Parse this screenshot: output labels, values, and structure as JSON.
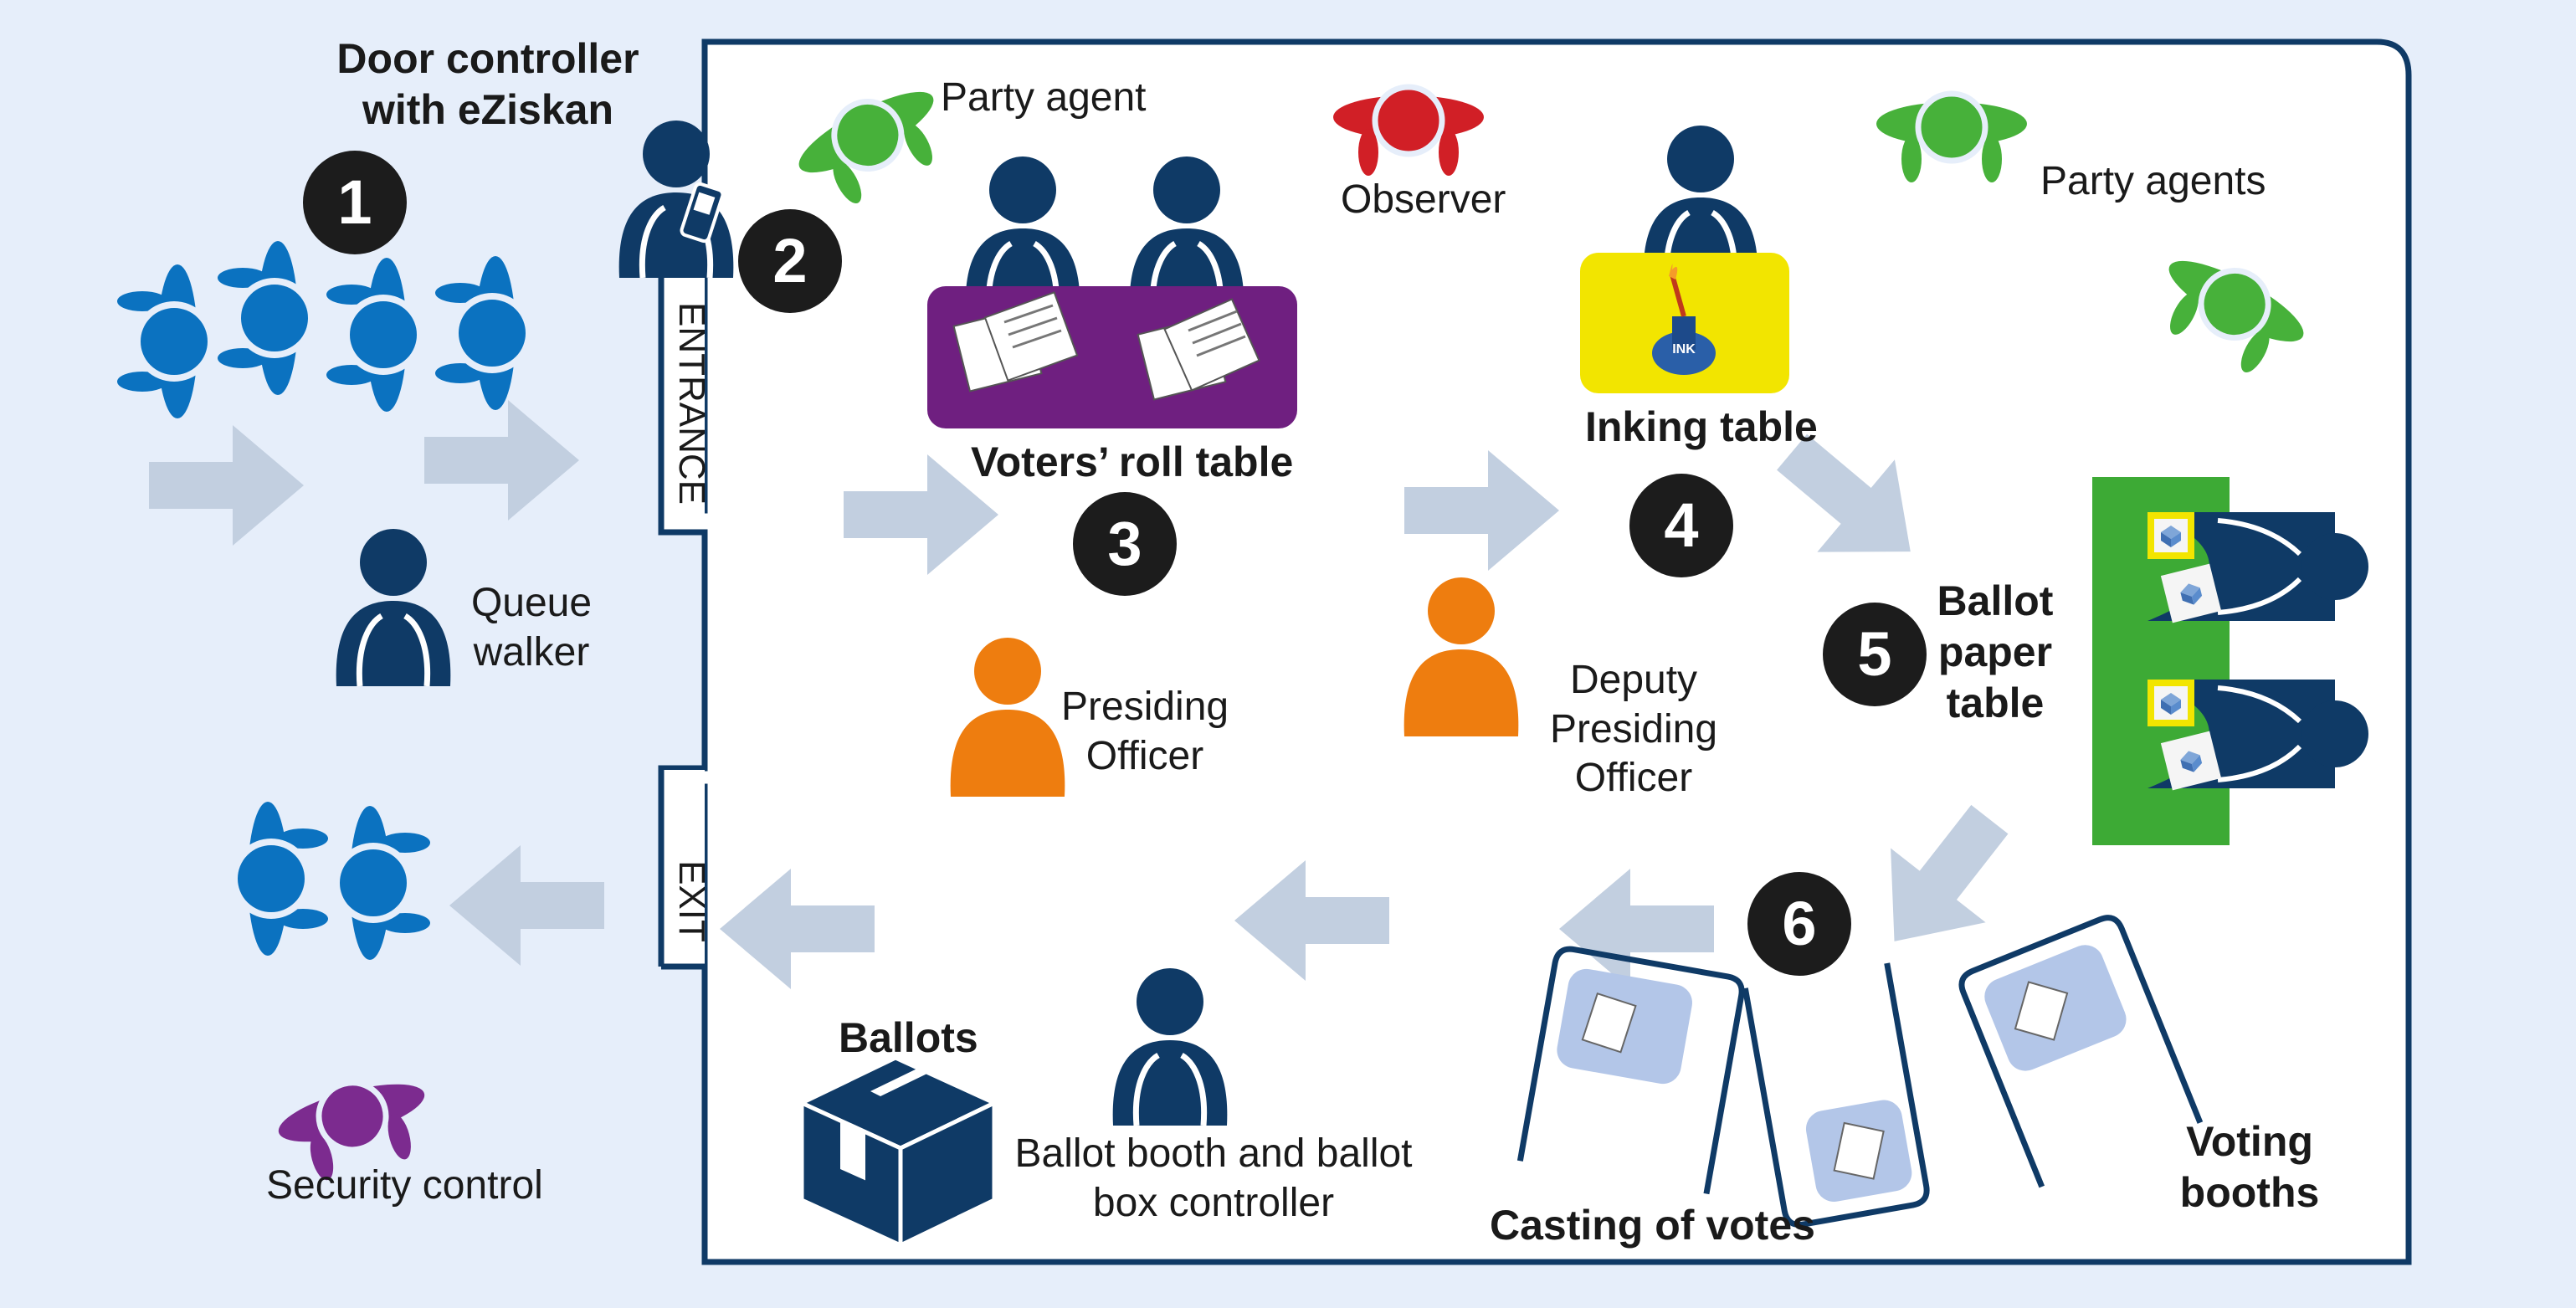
{
  "labels": {
    "door_controller": "Door controller\nwith eZiskan",
    "party_agent": "Party agent",
    "observer": "Observer",
    "party_agents": "Party agents",
    "voters_roll_table": "Voters’ roll table",
    "inking_table": "Inking table",
    "ink_bottle": "INK",
    "queue_walker": "Queue\nwalker",
    "presiding_officer": "Presiding\nOfficer",
    "deputy_presiding_officer": "Deputy\nPresiding\nOfficer",
    "ballot_paper_table": "Ballot\npaper\ntable",
    "security_control": "Security control",
    "ballots": "Ballots",
    "ballot_booth_controller": "Ballot booth and ballot\nbox controller",
    "casting_of_votes": "Casting of votes",
    "voting_booths": "Voting\nbooths",
    "entrance": "ENTRANCE",
    "exit": "EXIT"
  },
  "steps": [
    "1",
    "2",
    "3",
    "4",
    "5",
    "6"
  ],
  "colors": {
    "background": "#e6eefa",
    "navy": "#0f3a66",
    "voter_blue": "#0b72c0",
    "flow_arrow": "#c2cfe0",
    "agent_green": "#47b13a",
    "observer_red": "#d11f26",
    "officer_orange": "#ee7d0f",
    "security_purple": "#7c2b8f",
    "voters_roll_purple": "#6f1f80",
    "inking_yellow": "#f2e500",
    "ballot_table_green": "#3daa35",
    "booth_fill": "#b3c6e8"
  }
}
